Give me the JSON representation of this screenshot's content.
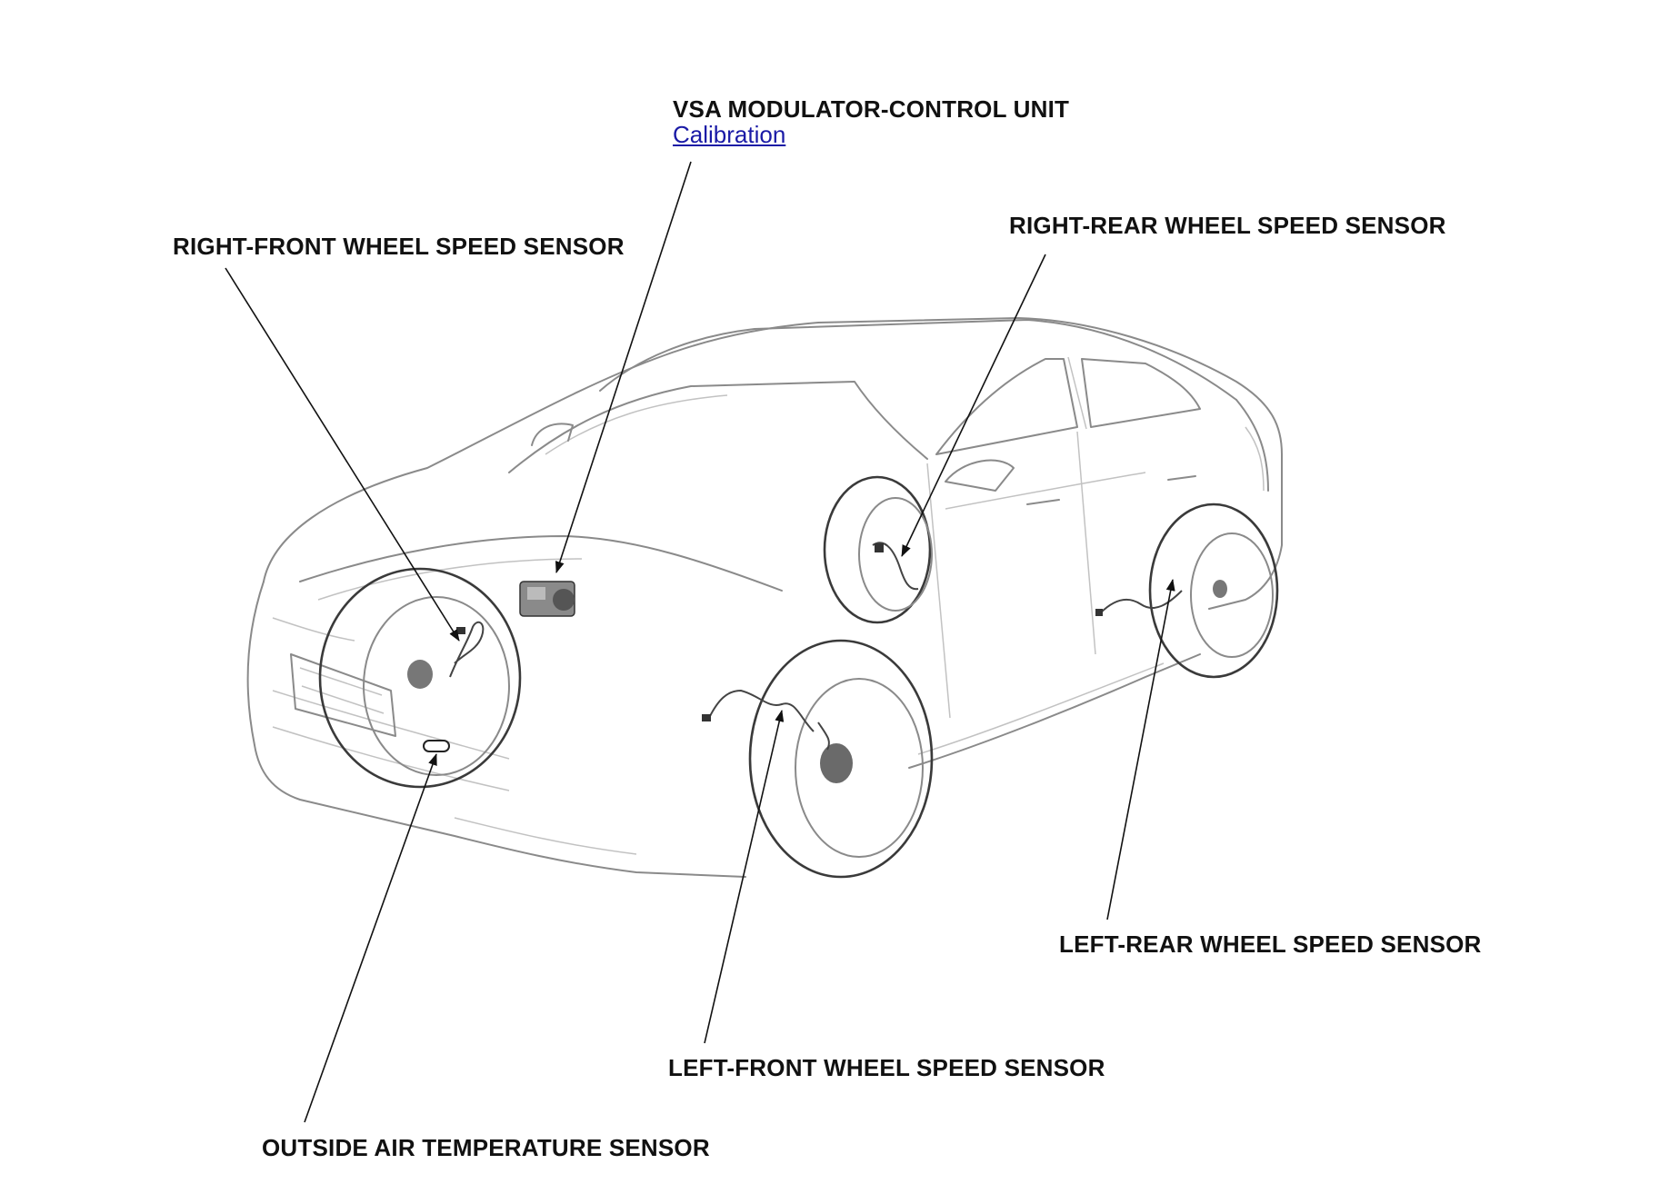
{
  "labels": {
    "vsa_modulator": "VSA MODULATOR-CONTROL UNIT",
    "calibration_link": "Calibration",
    "right_front_sensor": "RIGHT-FRONT WHEEL SPEED SENSOR",
    "right_rear_sensor": "RIGHT-REAR WHEEL SPEED SENSOR",
    "left_rear_sensor": "LEFT-REAR WHEEL SPEED SENSOR",
    "left_front_sensor": "LEFT-FRONT WHEEL SPEED SENSOR",
    "outside_air_sensor": "OUTSIDE AIR TEMPERATURE SENSOR"
  },
  "colors": {
    "label_text": "#111111",
    "link": "#1a1aa6",
    "car_outline": "#8a8a8a",
    "highlight_outline": "#3a3a3a"
  }
}
